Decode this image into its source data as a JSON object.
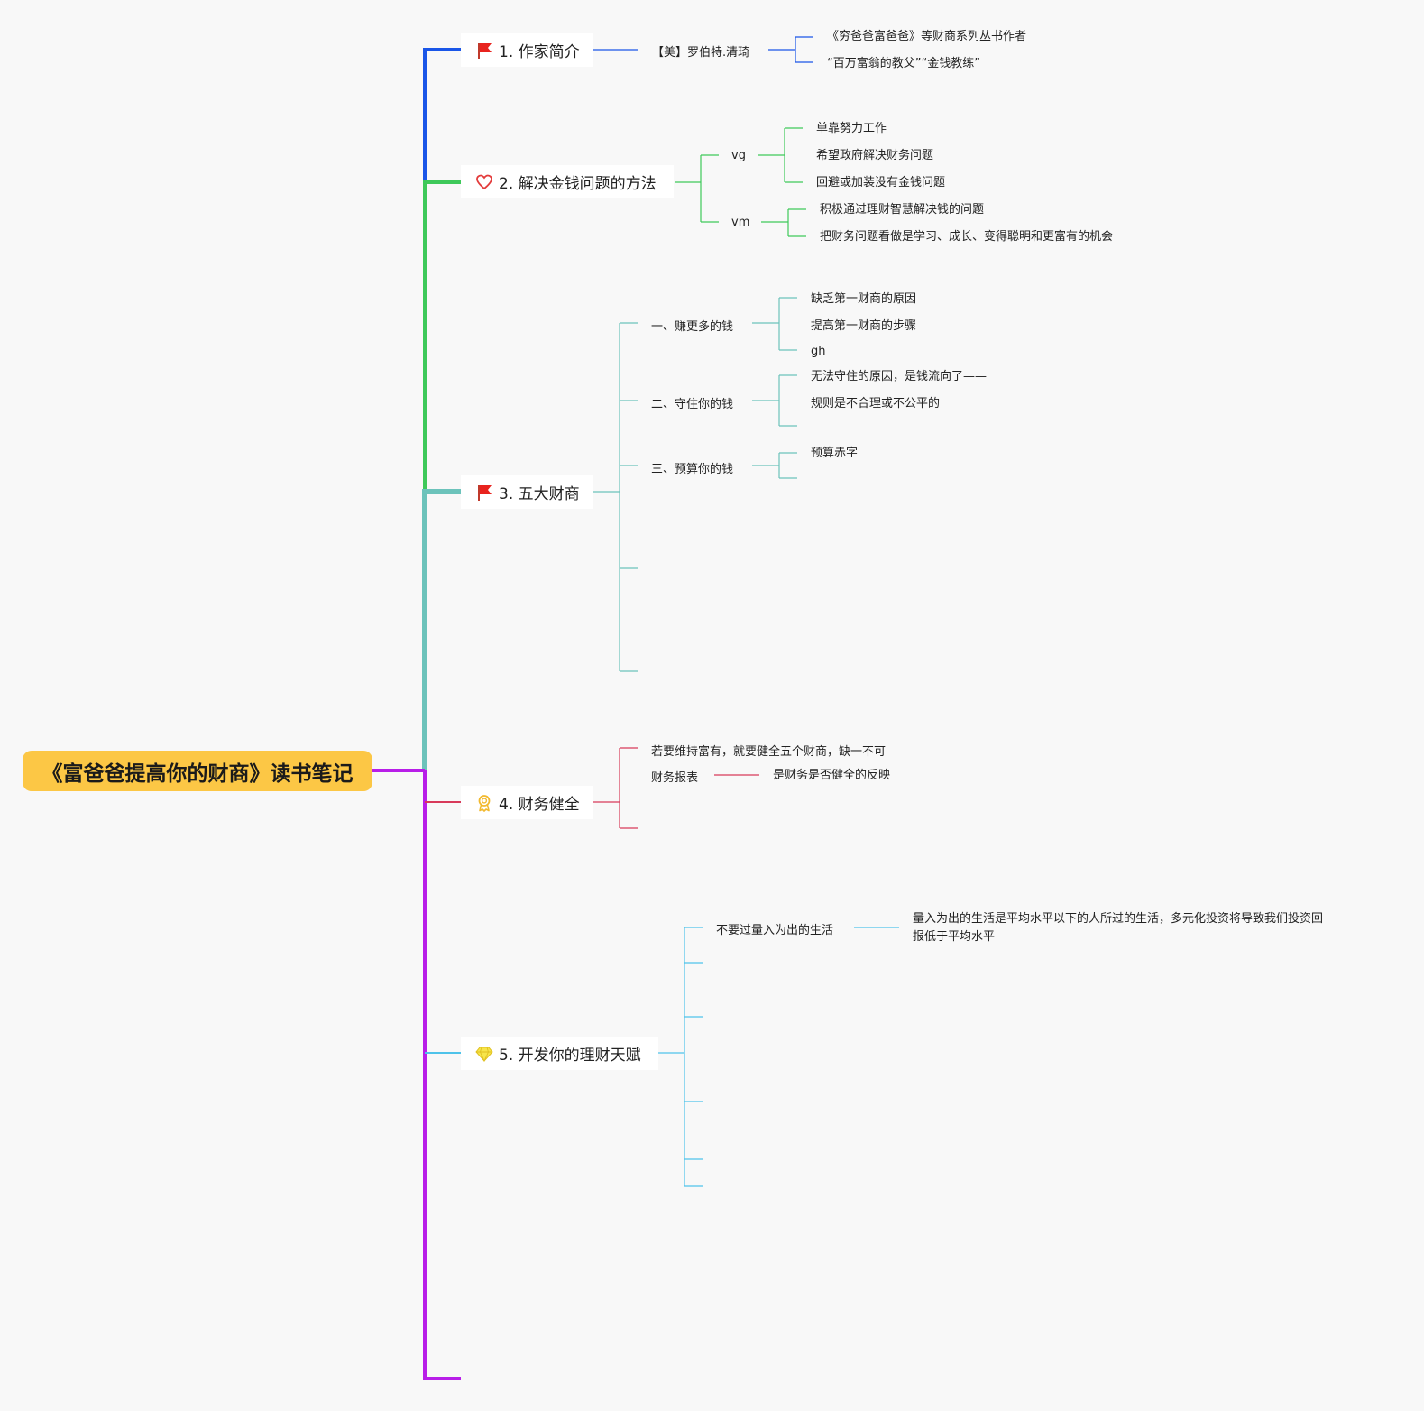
{
  "root": {
    "title": "《富爸爸提高你的财商》读书笔记"
  },
  "branches": [
    {
      "label": "1. 作家简介",
      "icon": "red-flag-icon",
      "color": "#1a56e8",
      "sub": [
        {
          "label": "【美】罗伯特.清琦",
          "children": [
            "《穷爸爸富爸爸》等财商系列丛书作者",
            "“百万富翁的教父”“金钱教练”"
          ]
        }
      ]
    },
    {
      "label": "2. 解决金钱问题的方法",
      "icon": "heart-icon",
      "color": "#3ec95a",
      "sub": [
        {
          "label": "vg",
          "children": [
            "单靠努力工作",
            "希望政府解决财务问题",
            "回避或加装没有金钱问题"
          ]
        },
        {
          "label": "vm",
          "children": [
            "积极通过理财智慧解决钱的问题",
            "把财务问题看做是学习、成长、变得聪明和更富有的机会"
          ]
        }
      ]
    },
    {
      "label": "3. 五大财商",
      "icon": "red-flag-icon",
      "color": "#6cc3bb",
      "sub": [
        {
          "label": "一、赚更多的钱",
          "children": [
            "缺乏第一财商的原因",
            "提高第一财商的步骤",
            "gh"
          ]
        },
        {
          "label": "二、守住你的钱",
          "children": [
            "无法守住的原因，是钱流向了——",
            "规则是不合理或不公平的",
            ""
          ]
        },
        {
          "label": "三、预算你的钱",
          "children": [
            "预算赤字",
            ""
          ]
        }
      ]
    },
    {
      "label": "4. 财务健全",
      "icon": "award-icon",
      "color": "#d83a5a",
      "sub": [
        {
          "label": "若要维持富有，就要健全五个财商，缺一不可",
          "children": []
        },
        {
          "label": "财务报表",
          "children": [
            "是财务是否健全的反映"
          ]
        }
      ]
    },
    {
      "label": "5. 开发你的理财天赋",
      "icon": "diamond-icon",
      "color": "#4ec3ea",
      "sub": [
        {
          "label": "不要过量入为出的生活",
          "children": [
            "量入为出的生活是平均水平以下的人所过的生活，多元化投资将导致我们投资回",
            "报低于平均水平"
          ]
        }
      ]
    }
  ],
  "colors": {
    "root_fill": "#fcc745",
    "trunk_bottom": "#b81ee8",
    "background": "#f8f8f8"
  }
}
